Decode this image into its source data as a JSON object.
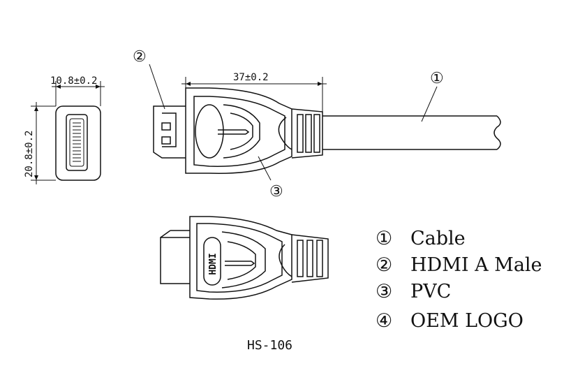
{
  "dimensions": {
    "front_width": "10.8±0.2",
    "front_height": "20.8±0.2",
    "body_length": "37±0.2"
  },
  "callouts": [
    "①",
    "②",
    "③"
  ],
  "legend": [
    {
      "num": "①",
      "text": "Cable"
    },
    {
      "num": "②",
      "text": "HDMI A Male"
    },
    {
      "num": "③",
      "text": "PVC"
    },
    {
      "num": "④",
      "text": "OEM LOGO"
    }
  ],
  "model": "HS-106",
  "logo_text": "HDMI"
}
